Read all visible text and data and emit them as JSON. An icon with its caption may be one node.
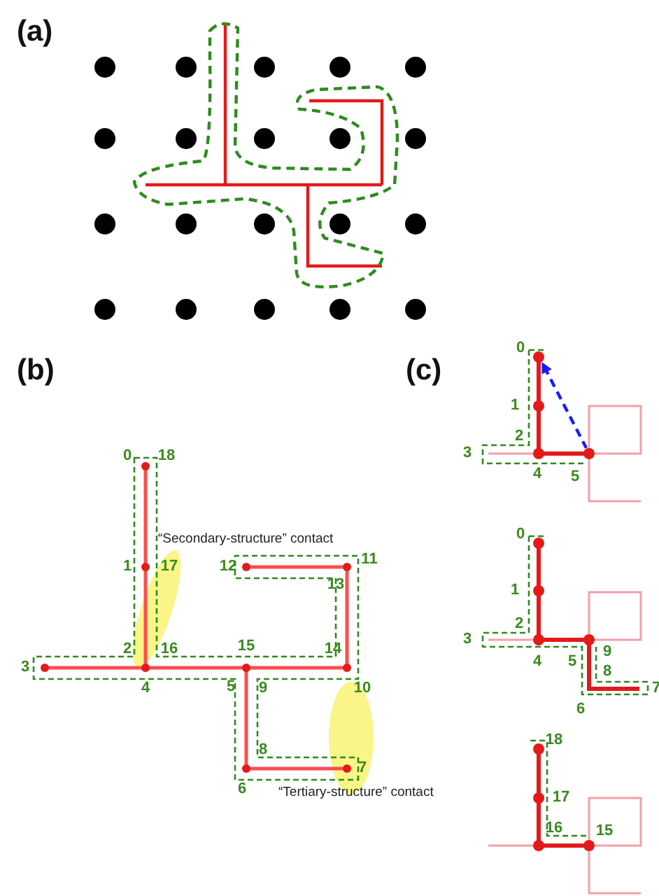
{
  "diagram": {
    "labels": [
      "(a)",
      "(b)",
      "(c)",
      "0",
      "18",
      "“Secondary-structure” contact",
      "1",
      "17",
      "12",
      "11",
      "13",
      "2",
      "16",
      "15",
      "14",
      "3",
      "4",
      "5",
      "9",
      "10",
      "8",
      "7",
      "6",
      "“Tertiary-structure” contact",
      "0",
      "1",
      "2",
      "3",
      "4",
      "5",
      "0",
      "1",
      "2",
      "3",
      "4",
      "5",
      "9",
      "8",
      "6",
      "7",
      "18",
      "17",
      "16",
      "15"
    ]
  }
}
